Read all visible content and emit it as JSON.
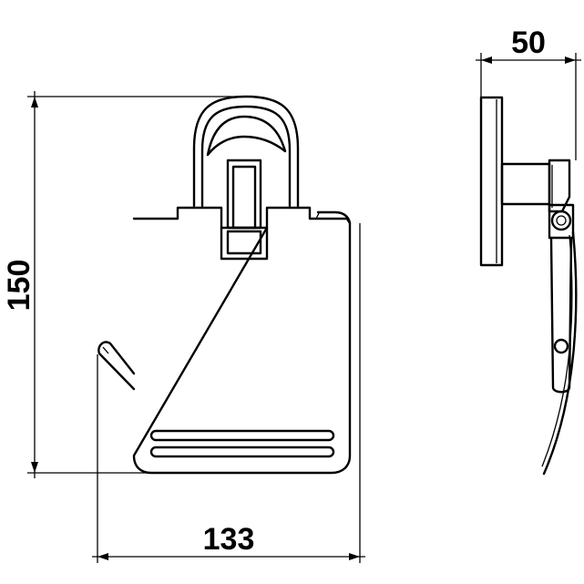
{
  "dimensions": {
    "height_label": "150",
    "width_label": "133",
    "depth_label": "50"
  },
  "colors": {
    "line": "#000000",
    "background": "#ffffff"
  }
}
